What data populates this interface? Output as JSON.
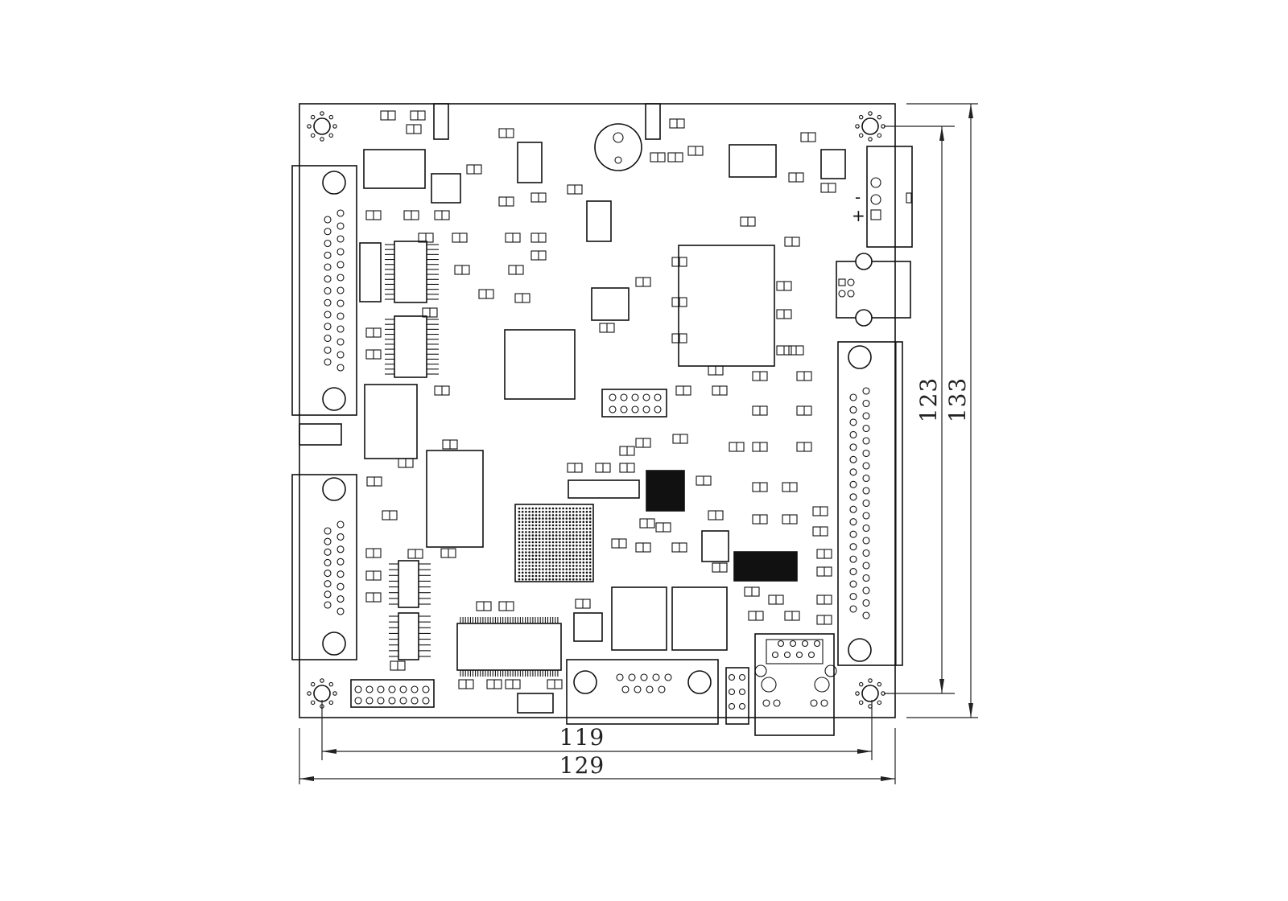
{
  "dimensions": {
    "hole_spacing_width": "119",
    "board_width": "129",
    "hole_spacing_height": "123",
    "board_height": "133"
  },
  "power_connector": {
    "minus_label": "-",
    "plus_label": "+"
  },
  "colors": {
    "line": "#111111",
    "background": "#ffffff"
  }
}
